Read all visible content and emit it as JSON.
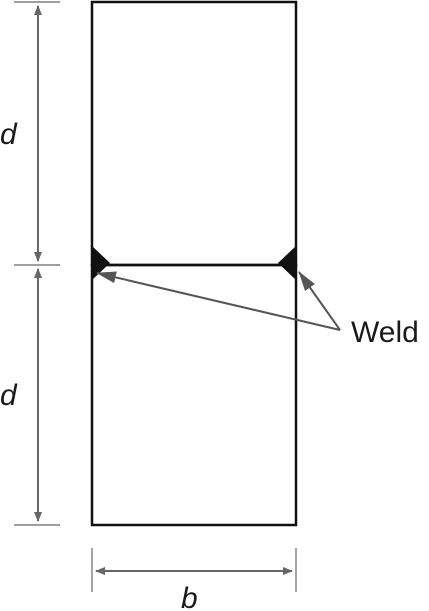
{
  "labels": {
    "upper_depth": "d",
    "lower_depth": "d",
    "width": "b",
    "weld": "Weld"
  },
  "colors": {
    "outline": "#111111",
    "dimension": "#666666",
    "leader": "#555555",
    "weld_fill": "#111111",
    "text": "#1a1a1a"
  }
}
